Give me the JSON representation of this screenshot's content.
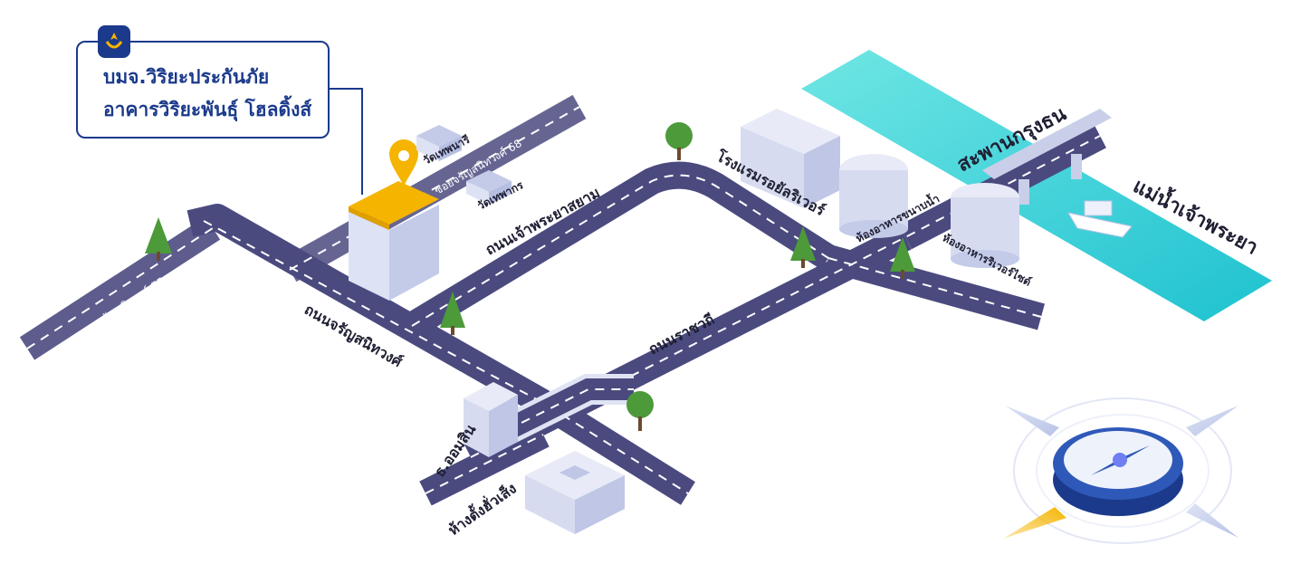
{
  "company": {
    "name": "บมจ.วิริยะประกันภัย",
    "building": "อาคารวิริยะพันธุ์ โฮลดิ้งส์"
  },
  "roads": {
    "charan_sanitwong": "ถนนจรัญสนิทวงศ์",
    "chao_phraya_siam": "ถนนเจ้าพระยาสยาม",
    "ratchawithi": "ถนนราชวถี",
    "soi_75": "ซอยจรัญสนิทวงศ์ 75",
    "soi_68": "ซอยจรัญสนิทวงศ์ 68"
  },
  "landmarks": {
    "wat_thepnari": "วัดเทพนารี",
    "wat_thepakorn": "วัดเทพากร",
    "hotel": "โรงแรมรอยัลริเวอร์",
    "restaurant_khanom": "ห้องอาหารขนาบน้ำ",
    "restaurant_riverside": "ห้องอาหารริเวอร์ไซด์",
    "bridge": "สะพานกรุงธน",
    "river": "แม่น้ำเจ้าพระยา",
    "bank": "ธ.ออมสิน",
    "store": "ห้างตั้งฮั่วเส็ง"
  },
  "colors": {
    "road": "#4b4a7f",
    "river": "#35d3d8",
    "accent": "#f5b400",
    "brand": "#1b3a8c",
    "tree": "#4c9a3a"
  },
  "icons": [
    "viriyah-logo-icon",
    "location-pin-icon",
    "compass-icon"
  ]
}
